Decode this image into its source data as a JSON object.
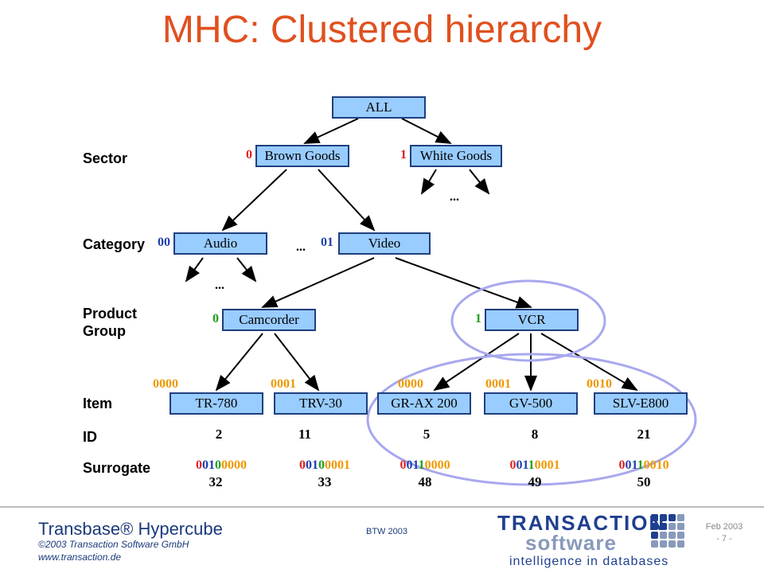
{
  "title": "MHC: Clustered hierarchy",
  "rows": {
    "sector": "Sector",
    "category": "Category",
    "product_group_1": "Product",
    "product_group_2": "Group",
    "item": "Item",
    "id": "ID",
    "surrogate": "Surrogate"
  },
  "nodes": {
    "all": "ALL",
    "brown_goods": "Brown Goods",
    "white_goods": "White Goods",
    "audio": "Audio",
    "video": "Video",
    "camcorder": "Camcorder",
    "vcr": "VCR",
    "tr780": "TR-780",
    "trv30": "TRV-30",
    "grax200": "GR-AX 200",
    "gv500": "GV-500",
    "slve800": "SLV-E800"
  },
  "codes": {
    "brown": "0",
    "white": "1",
    "audio": "00",
    "video": "01",
    "camcorder": "0",
    "vcr": "1",
    "tr780": "0000",
    "trv30": "0001",
    "grax200": "0000",
    "gv500": "0001",
    "slve800": "0010"
  },
  "ellipsis": "...",
  "ids": [
    "2",
    "11",
    "5",
    "8",
    "21"
  ],
  "surrogates": [
    {
      "p1": "0",
      "p2": "01",
      "p3": "0",
      "p4": "0000",
      "dec": "32"
    },
    {
      "p1": "0",
      "p2": "01",
      "p3": "0",
      "p4": "0001",
      "dec": "33"
    },
    {
      "p1": "0",
      "p2": "01",
      "p3": "1",
      "p4": "0000",
      "dec": "48"
    },
    {
      "p1": "0",
      "p2": "01",
      "p3": "1",
      "p4": "0001",
      "dec": "49"
    },
    {
      "p1": "0",
      "p2": "01",
      "p3": "1",
      "p4": "0010",
      "dec": "50"
    }
  ],
  "footer": {
    "product": "Transbase® Hypercube",
    "copyright": "©2003 Transaction Software GmbH",
    "url": "www.transaction.de",
    "event": "BTW 2003",
    "date": "Feb 2003",
    "page": "- 7 -",
    "logo_line1": "TRANSACTION",
    "logo_line2": "software",
    "logo_tagline": "intelligence in databases"
  },
  "colors": {
    "title": "#e0501f",
    "node_fill": "#99ccff",
    "sector_code": "#e02020",
    "category_code": "#2040b0",
    "group_code": "#20a020",
    "item_code": "#ee9900",
    "ellipse": "#a8a8ee"
  }
}
